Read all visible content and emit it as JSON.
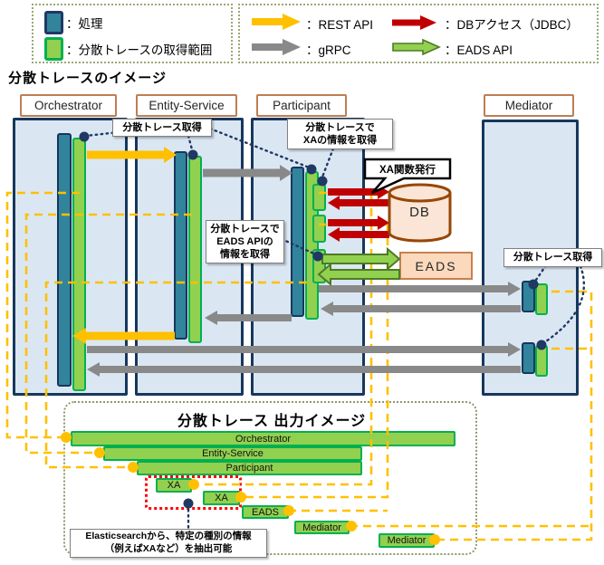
{
  "legend": {
    "left": {
      "items": [
        {
          "icon": "process-swatch",
          "label": "：処理"
        },
        {
          "icon": "trace-range-swatch",
          "label": "：分散トレースの取得範囲"
        }
      ]
    },
    "right": {
      "items": [
        {
          "icon": "rest-api-arrow",
          "label": "：REST API"
        },
        {
          "icon": "jdbc-arrow",
          "label": "：DBアクセス（JDBC）"
        },
        {
          "icon": "grpc-arrow",
          "label": "：gRPC"
        },
        {
          "icon": "eads-api-arrow",
          "label": "：EADS API"
        }
      ]
    }
  },
  "main": {
    "title": "分散トレースのイメージ",
    "columns": [
      "Orchestrator",
      "Entity-Service",
      "Participant",
      "Mediator"
    ],
    "labels": {
      "trace_get_1": "分散トレース取得",
      "trace_xa": "分散トレースで\nXAの情報を取得",
      "trace_eads": "分散トレースで\nEADS APIの\n情報を取得",
      "xa_callout": "XA関数発行",
      "trace_get_mediator": "分散トレース取得",
      "db": "DB",
      "eads": "EADS"
    }
  },
  "output": {
    "title": "分散トレース 出力イメージ",
    "bars": [
      "Orchestrator",
      "Entity-Service",
      "Participant",
      "XA",
      "XA",
      "EADS",
      "Mediator",
      "Mediator"
    ],
    "note": "Elasticsearchから、特定の種別の情報\n（例えばXAなど）を抽出可能"
  },
  "colors": {
    "process_fill": "#31849B",
    "process_border": "#17375D",
    "trace_fill": "#92D050",
    "trace_border": "#00B050",
    "rest_api": "#FFC000",
    "grpc": "#898989",
    "jdbc": "#C00000",
    "eads_api": "#92D050",
    "column_fill": "#DAE7F3",
    "db_fill": "#FBE5D6",
    "db_border": "#974706",
    "dash_line": "#FFC000",
    "dot_line": "#1F3864",
    "extract_box": "#FF0000"
  }
}
